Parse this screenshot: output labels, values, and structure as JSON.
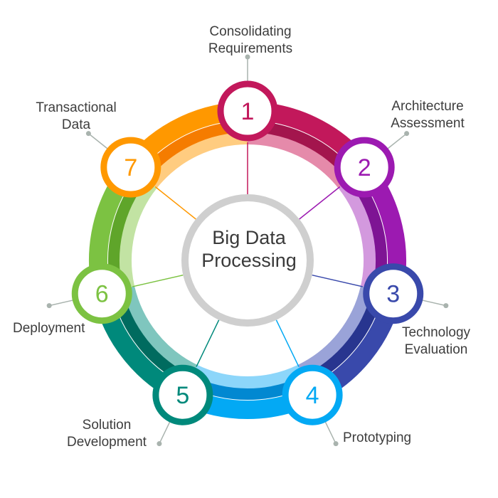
{
  "center": {
    "line1": "Big Data",
    "line2": "Processing"
  },
  "steps": [
    {
      "number": "1",
      "label": [
        "Consolidating",
        "Requirements"
      ],
      "color": "#c2185b",
      "dark": "#a3154d",
      "light": "#e58aaa"
    },
    {
      "number": "2",
      "label": [
        "Architecture",
        "Assessment"
      ],
      "color": "#9c1ab1",
      "dark": "#7e1494",
      "light": "#d399de"
    },
    {
      "number": "3",
      "label": [
        "Technology",
        "Evaluation"
      ],
      "color": "#3949ab",
      "dark": "#28358f",
      "light": "#9aa3d8"
    },
    {
      "number": "4",
      "label": [
        "Prototyping"
      ],
      "color": "#03a9f4",
      "dark": "#0288d1",
      "light": "#8dd6fa"
    },
    {
      "number": "5",
      "label": [
        "Solution",
        "Development"
      ],
      "color": "#00897b",
      "dark": "#006b5f",
      "light": "#7fc6be"
    },
    {
      "number": "6",
      "label": [
        "Deployment"
      ],
      "color": "#7cc242",
      "dark": "#5fa52a",
      "light": "#c2e3a3"
    },
    {
      "number": "7",
      "label": [
        "Transactional",
        "Data"
      ],
      "color": "#ff9800",
      "dark": "#f57c00",
      "light": "#ffcc80"
    }
  ],
  "colors": {
    "center_ring": "#cfcfcf",
    "connector_dot": "#a9b3ae",
    "text": "#3d3d3d"
  }
}
